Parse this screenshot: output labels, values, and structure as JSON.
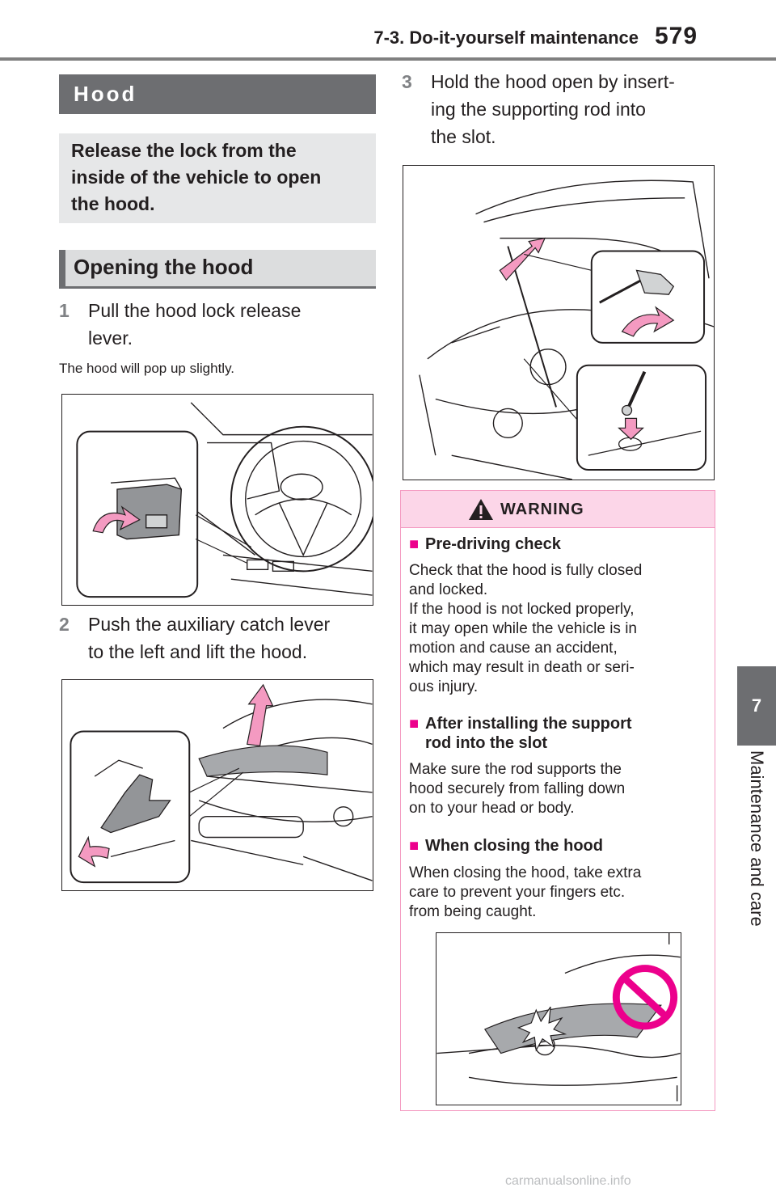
{
  "header": {
    "section": "7-3. Do-it-yourself maintenance",
    "page_number": "579"
  },
  "side_tab": {
    "chapter_number": "7",
    "chapter_title": "Maintenance and care"
  },
  "hood_section": {
    "title": "Hood",
    "summary_lines": [
      "Release the lock from the",
      "inside of the vehicle to open",
      "the hood."
    ]
  },
  "opening": {
    "heading": "Opening the hood",
    "steps": [
      {
        "num": "1",
        "lines": [
          "Pull the hood lock release",
          "lever."
        ]
      },
      {
        "num": "2",
        "lines": [
          "Push the auxiliary catch lever",
          "to the left and lift the hood."
        ]
      },
      {
        "num": "3",
        "lines": [
          "Hold the hood open by insert-",
          "ing the supporting rod into",
          "the slot."
        ]
      }
    ],
    "note": "The hood will pop up slightly."
  },
  "warning": {
    "title": "WARNING",
    "items": [
      {
        "marker": "■",
        "heading_lines": [
          "Pre-driving check"
        ],
        "body_lines": [
          "Check that the hood is fully closed",
          "and locked.",
          "If the hood is not locked properly,",
          "it may open while the vehicle is in",
          "motion and cause an accident,",
          "which may result in death or seri-",
          "ous injury."
        ]
      },
      {
        "marker": "■",
        "heading_lines": [
          "After installing the support",
          "rod into the slot"
        ],
        "body_lines": [
          "Make sure the rod supports the",
          "hood securely from falling down",
          "on to your head or body."
        ]
      },
      {
        "marker": "■",
        "heading_lines": [
          "When closing the hood"
        ],
        "body_lines": [
          "When closing the hood, take extra",
          "care to prevent your fingers etc.",
          "from being caught."
        ]
      }
    ]
  },
  "footer": {
    "watermark": "carmanualsonline.info"
  },
  "colors": {
    "header_gray": "#6d6e71",
    "warning_pink": "#f49ac1",
    "warning_fill": "#fcd6e8",
    "arrow_pink": "#f49ac1",
    "prohibit_pink": "#ec008c"
  }
}
